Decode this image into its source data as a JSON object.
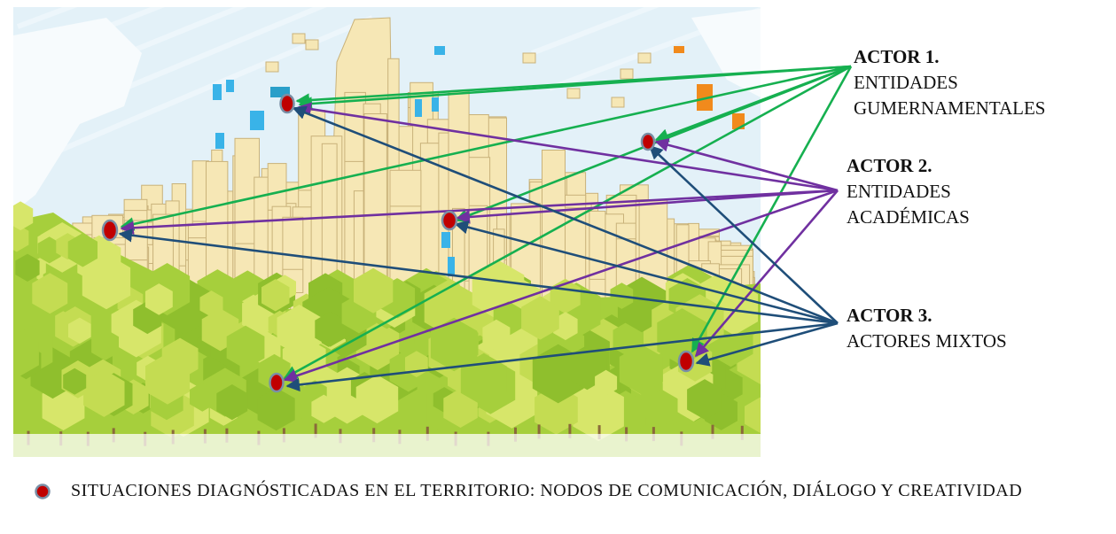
{
  "actors": [
    {
      "title": "ACTOR 1.",
      "lines": [
        "ENTIDADES",
        "GUMERNAMENTALES"
      ],
      "color": "#16b050"
    },
    {
      "title": "ACTOR 2.",
      "lines": [
        "ENTIDADES",
        "ACADÉMICAS"
      ],
      "color": "#7030a0"
    },
    {
      "title": "ACTOR 3.",
      "lines": [
        "ACTORES MIXTOS"
      ],
      "color": "#1f4e79"
    }
  ],
  "legend": {
    "text": "SITUACIONES DIAGNÓSTICADAS EN EL TERRITORIO: NODOS DE COMUNICACIÓN, DIÁLOGO Y CREATIVIDAD",
    "marker_color": "#c00000",
    "marker_border": "#7a8fa6"
  },
  "illustration": {
    "sky_color": "#e3f1f8",
    "building_color": "#f6e7b5",
    "building_outline": "#c9b27a",
    "tree_colors": [
      "#a6cf3c",
      "#c4dc52",
      "#8fbf2d",
      "#d7e66a"
    ],
    "accent_blue": "#39b3e8",
    "accent_orange": "#f18a1c"
  }
}
